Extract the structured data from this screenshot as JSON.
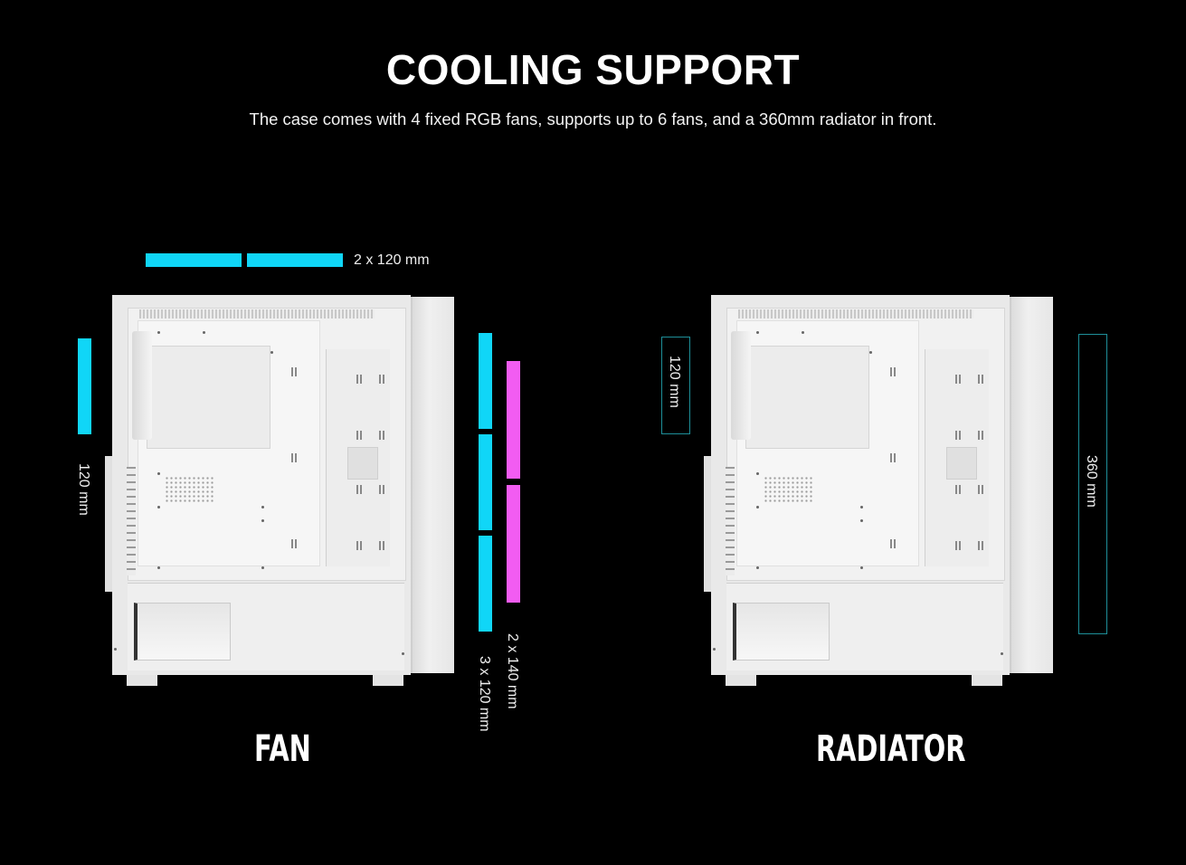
{
  "header": {
    "title": "COOLING SUPPORT",
    "subtitle": "The case comes with 4 fixed RGB fans, supports up to 6 fans, and a 360mm radiator in front."
  },
  "fan_panel": {
    "caption": "FAN",
    "top_label": "2 x 120 mm",
    "rear_label": "120 mm",
    "front_label_120": "3 x 120 mm",
    "front_label_140": "2 x 140 mm"
  },
  "radiator_panel": {
    "caption": "RADIATOR",
    "rear_label": "120 mm",
    "front_label": "360 mm"
  },
  "colors": {
    "background": "#000000",
    "fan_120_indicator": "#10d6f7",
    "fan_140_indicator": "#f25cf2",
    "radiator_outline": "#1e8f99",
    "case_color": "#e9e9e9"
  }
}
